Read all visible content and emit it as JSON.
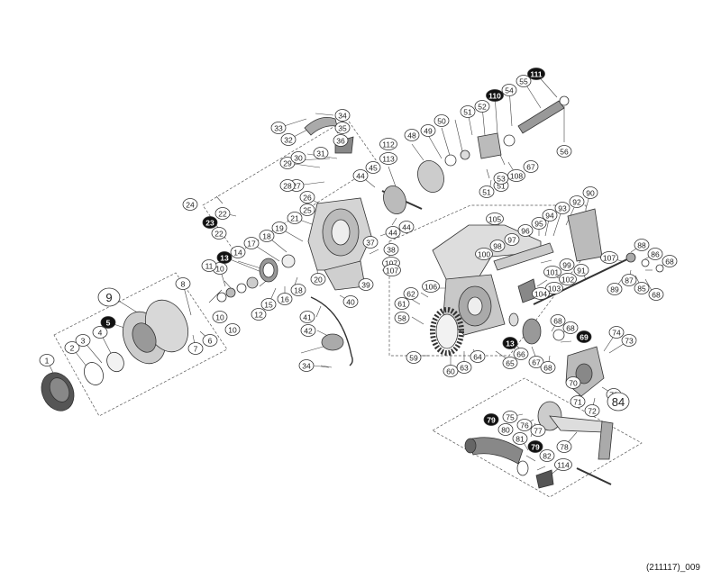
{
  "diagram": {
    "code": "(211117)_009",
    "callouts": [
      {
        "id": "c1",
        "label": "1",
        "dark": false
      },
      {
        "id": "c2",
        "label": "2",
        "dark": false
      },
      {
        "id": "c3",
        "label": "3",
        "dark": false
      },
      {
        "id": "c4",
        "label": "4",
        "dark": false
      },
      {
        "id": "c5",
        "label": "5",
        "dark": true
      },
      {
        "id": "c6",
        "label": "6",
        "dark": false
      },
      {
        "id": "c7",
        "label": "7",
        "dark": false
      },
      {
        "id": "c8",
        "label": "8",
        "dark": false
      },
      {
        "id": "c9",
        "label": "9",
        "dark": false
      },
      {
        "id": "c10a",
        "label": "10",
        "dark": false
      },
      {
        "id": "c10b",
        "label": "10",
        "dark": false
      },
      {
        "id": "c10c",
        "label": "10",
        "dark": false
      },
      {
        "id": "c11",
        "label": "11",
        "dark": false
      },
      {
        "id": "c12",
        "label": "12",
        "dark": false
      },
      {
        "id": "c13a",
        "label": "13",
        "dark": true
      },
      {
        "id": "c13b",
        "label": "13",
        "dark": true
      },
      {
        "id": "c14",
        "label": "14",
        "dark": false
      },
      {
        "id": "c15",
        "label": "15",
        "dark": false
      },
      {
        "id": "c16",
        "label": "16",
        "dark": false
      },
      {
        "id": "c17",
        "label": "17",
        "dark": false
      },
      {
        "id": "c18a",
        "label": "18",
        "dark": false
      },
      {
        "id": "c18b",
        "label": "18",
        "dark": false
      },
      {
        "id": "c19",
        "label": "19",
        "dark": false
      },
      {
        "id": "c20",
        "label": "20",
        "dark": false
      },
      {
        "id": "c21",
        "label": "21",
        "dark": false
      },
      {
        "id": "c22a",
        "label": "22",
        "dark": false
      },
      {
        "id": "c22b",
        "label": "22",
        "dark": false
      },
      {
        "id": "c23",
        "label": "23",
        "dark": true
      },
      {
        "id": "c24",
        "label": "24",
        "dark": false
      },
      {
        "id": "c25",
        "label": "25",
        "dark": false
      },
      {
        "id": "c26",
        "label": "26",
        "dark": false
      },
      {
        "id": "c27",
        "label": "27",
        "dark": false
      },
      {
        "id": "c28",
        "label": "28",
        "dark": false
      },
      {
        "id": "c29",
        "label": "29",
        "dark": false
      },
      {
        "id": "c30",
        "label": "30",
        "dark": false
      },
      {
        "id": "c31",
        "label": "31",
        "dark": false
      },
      {
        "id": "c32",
        "label": "32",
        "dark": false
      },
      {
        "id": "c33",
        "label": "33",
        "dark": false
      },
      {
        "id": "c34a",
        "label": "34",
        "dark": false
      },
      {
        "id": "c34b",
        "label": "34",
        "dark": false
      },
      {
        "id": "c35",
        "label": "35",
        "dark": false
      },
      {
        "id": "c36",
        "label": "36",
        "dark": false
      },
      {
        "id": "c37",
        "label": "37",
        "dark": false
      },
      {
        "id": "c38",
        "label": "38",
        "dark": false
      },
      {
        "id": "c39",
        "label": "39",
        "dark": false
      },
      {
        "id": "c40",
        "label": "40",
        "dark": false
      },
      {
        "id": "c41",
        "label": "41",
        "dark": false
      },
      {
        "id": "c42",
        "label": "42",
        "dark": false
      },
      {
        "id": "c44a",
        "label": "44",
        "dark": false
      },
      {
        "id": "c44b",
        "label": "44",
        "dark": false
      },
      {
        "id": "c44c",
        "label": "44",
        "dark": false
      },
      {
        "id": "c45",
        "label": "45",
        "dark": false
      },
      {
        "id": "c48",
        "label": "48",
        "dark": false
      },
      {
        "id": "c49",
        "label": "49",
        "dark": false
      },
      {
        "id": "c50",
        "label": "50",
        "dark": false
      },
      {
        "id": "c51a",
        "label": "51",
        "dark": false
      },
      {
        "id": "c51b",
        "label": "51",
        "dark": false
      },
      {
        "id": "c51c",
        "label": "51",
        "dark": false
      },
      {
        "id": "c52",
        "label": "52",
        "dark": false
      },
      {
        "id": "c53",
        "label": "53",
        "dark": false
      },
      {
        "id": "c54",
        "label": "54",
        "dark": false
      },
      {
        "id": "c55",
        "label": "55",
        "dark": false
      },
      {
        "id": "c56",
        "label": "56",
        "dark": false
      },
      {
        "id": "c58",
        "label": "58",
        "dark": false
      },
      {
        "id": "c59",
        "label": "59",
        "dark": false
      },
      {
        "id": "c60",
        "label": "60",
        "dark": false
      },
      {
        "id": "c61",
        "label": "61",
        "dark": false
      },
      {
        "id": "c62",
        "label": "62",
        "dark": false
      },
      {
        "id": "c63",
        "label": "63",
        "dark": false
      },
      {
        "id": "c64",
        "label": "64",
        "dark": false
      },
      {
        "id": "c65",
        "label": "65",
        "dark": false
      },
      {
        "id": "c66",
        "label": "66",
        "dark": false
      },
      {
        "id": "c67a",
        "label": "67",
        "dark": false
      },
      {
        "id": "c67b",
        "label": "67",
        "dark": false
      },
      {
        "id": "c68a",
        "label": "68",
        "dark": false
      },
      {
        "id": "c68b",
        "label": "68",
        "dark": false
      },
      {
        "id": "c68c",
        "label": "68",
        "dark": false
      },
      {
        "id": "c68d",
        "label": "68",
        "dark": false
      },
      {
        "id": "c68e",
        "label": "68",
        "dark": false
      },
      {
        "id": "c69",
        "label": "69",
        "dark": true
      },
      {
        "id": "c70",
        "label": "70",
        "dark": false
      },
      {
        "id": "c71",
        "label": "71",
        "dark": false
      },
      {
        "id": "c72a",
        "label": "72",
        "dark": false
      },
      {
        "id": "c72b",
        "label": "72",
        "dark": false
      },
      {
        "id": "c73",
        "label": "73",
        "dark": false
      },
      {
        "id": "c74",
        "label": "74",
        "dark": false
      },
      {
        "id": "c75",
        "label": "75",
        "dark": false
      },
      {
        "id": "c76",
        "label": "76",
        "dark": false
      },
      {
        "id": "c77",
        "label": "77",
        "dark": false
      },
      {
        "id": "c78",
        "label": "78",
        "dark": false
      },
      {
        "id": "c79a",
        "label": "79",
        "dark": true
      },
      {
        "id": "c79b",
        "label": "79",
        "dark": true
      },
      {
        "id": "c80",
        "label": "80",
        "dark": false
      },
      {
        "id": "c81",
        "label": "81",
        "dark": false
      },
      {
        "id": "c82",
        "label": "82",
        "dark": false
      },
      {
        "id": "c84",
        "label": "84",
        "dark": false
      },
      {
        "id": "c85",
        "label": "85",
        "dark": false
      },
      {
        "id": "c86",
        "label": "86",
        "dark": false
      },
      {
        "id": "c87",
        "label": "87",
        "dark": false
      },
      {
        "id": "c88",
        "label": "88",
        "dark": false
      },
      {
        "id": "c89",
        "label": "89",
        "dark": false
      },
      {
        "id": "c90",
        "label": "90",
        "dark": false
      },
      {
        "id": "c91",
        "label": "91",
        "dark": false
      },
      {
        "id": "c92",
        "label": "92",
        "dark": false
      },
      {
        "id": "c93",
        "label": "93",
        "dark": false
      },
      {
        "id": "c94",
        "label": "94",
        "dark": false
      },
      {
        "id": "c95",
        "label": "95",
        "dark": false
      },
      {
        "id": "c96",
        "label": "96",
        "dark": false
      },
      {
        "id": "c97",
        "label": "97",
        "dark": false
      },
      {
        "id": "c98",
        "label": "98",
        "dark": false
      },
      {
        "id": "c99",
        "label": "99",
        "dark": false
      },
      {
        "id": "c100",
        "label": "100",
        "dark": false
      },
      {
        "id": "c101",
        "label": "101",
        "dark": false
      },
      {
        "id": "c102",
        "label": "102",
        "dark": false
      },
      {
        "id": "c103",
        "label": "103",
        "dark": false
      },
      {
        "id": "c104",
        "label": "104",
        "dark": false
      },
      {
        "id": "c105",
        "label": "105",
        "dark": false
      },
      {
        "id": "c106",
        "label": "106",
        "dark": false
      },
      {
        "id": "c107a",
        "label": "107",
        "dark": false
      },
      {
        "id": "c107b",
        "label": "107",
        "dark": false
      },
      {
        "id": "c107c",
        "label": "107",
        "dark": false
      },
      {
        "id": "c108",
        "label": "108",
        "dark": false
      },
      {
        "id": "c110",
        "label": "110",
        "dark": true
      },
      {
        "id": "c111",
        "label": "111",
        "dark": true
      },
      {
        "id": "c112",
        "label": "112",
        "dark": false
      },
      {
        "id": "c113",
        "label": "113",
        "dark": false
      },
      {
        "id": "c114",
        "label": "114",
        "dark": false
      }
    ]
  }
}
